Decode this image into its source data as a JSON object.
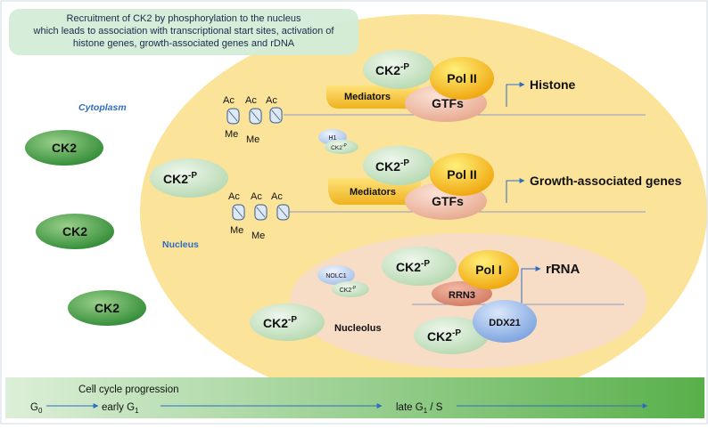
{
  "banner": {
    "line1": "Recruitment of CK2 by phosphorylation to the nucleus",
    "line2": "which leads to association with transcriptional start sites, activation of",
    "line3": "histone genes, growth-associated genes and rDNA"
  },
  "labels": {
    "cytoplasm": "Cytoplasm",
    "nucleus": "Nucleus",
    "nucleolus": "Nucleolus",
    "ck2": "CK2",
    "ck2p_base": "CK2",
    "ck2p_sup": "-P",
    "ac": "Ac",
    "me": "Me",
    "h1": "H1",
    "nolc1": "NOLC1",
    "mediators": "Mediators",
    "gtfs": "GTFs",
    "pol2": "Pol II",
    "pol1": "Pol I",
    "rrn3": "RRN3",
    "ddx21": "DDX21",
    "histone": "Histone",
    "growth": "Growth-associated genes",
    "rrna": "rRNA"
  },
  "cellcycle": {
    "title": "Cell cycle progression",
    "g": "G",
    "sub0": "0",
    "sub1": "1",
    "early": "early G",
    "late": "late G",
    "slash_s": " / S"
  },
  "colors": {
    "nucleus": "#fbe39a",
    "nucleolus": "#f7dcc6",
    "ck2_green": "#3f9a3c",
    "ck2p_green": "#cfe6cc",
    "pol_orange": "#f1b318",
    "gtf_pink": "#f0c4ae",
    "ddx21_blue": "#8aaee4",
    "mediator": "#f2c030"
  }
}
